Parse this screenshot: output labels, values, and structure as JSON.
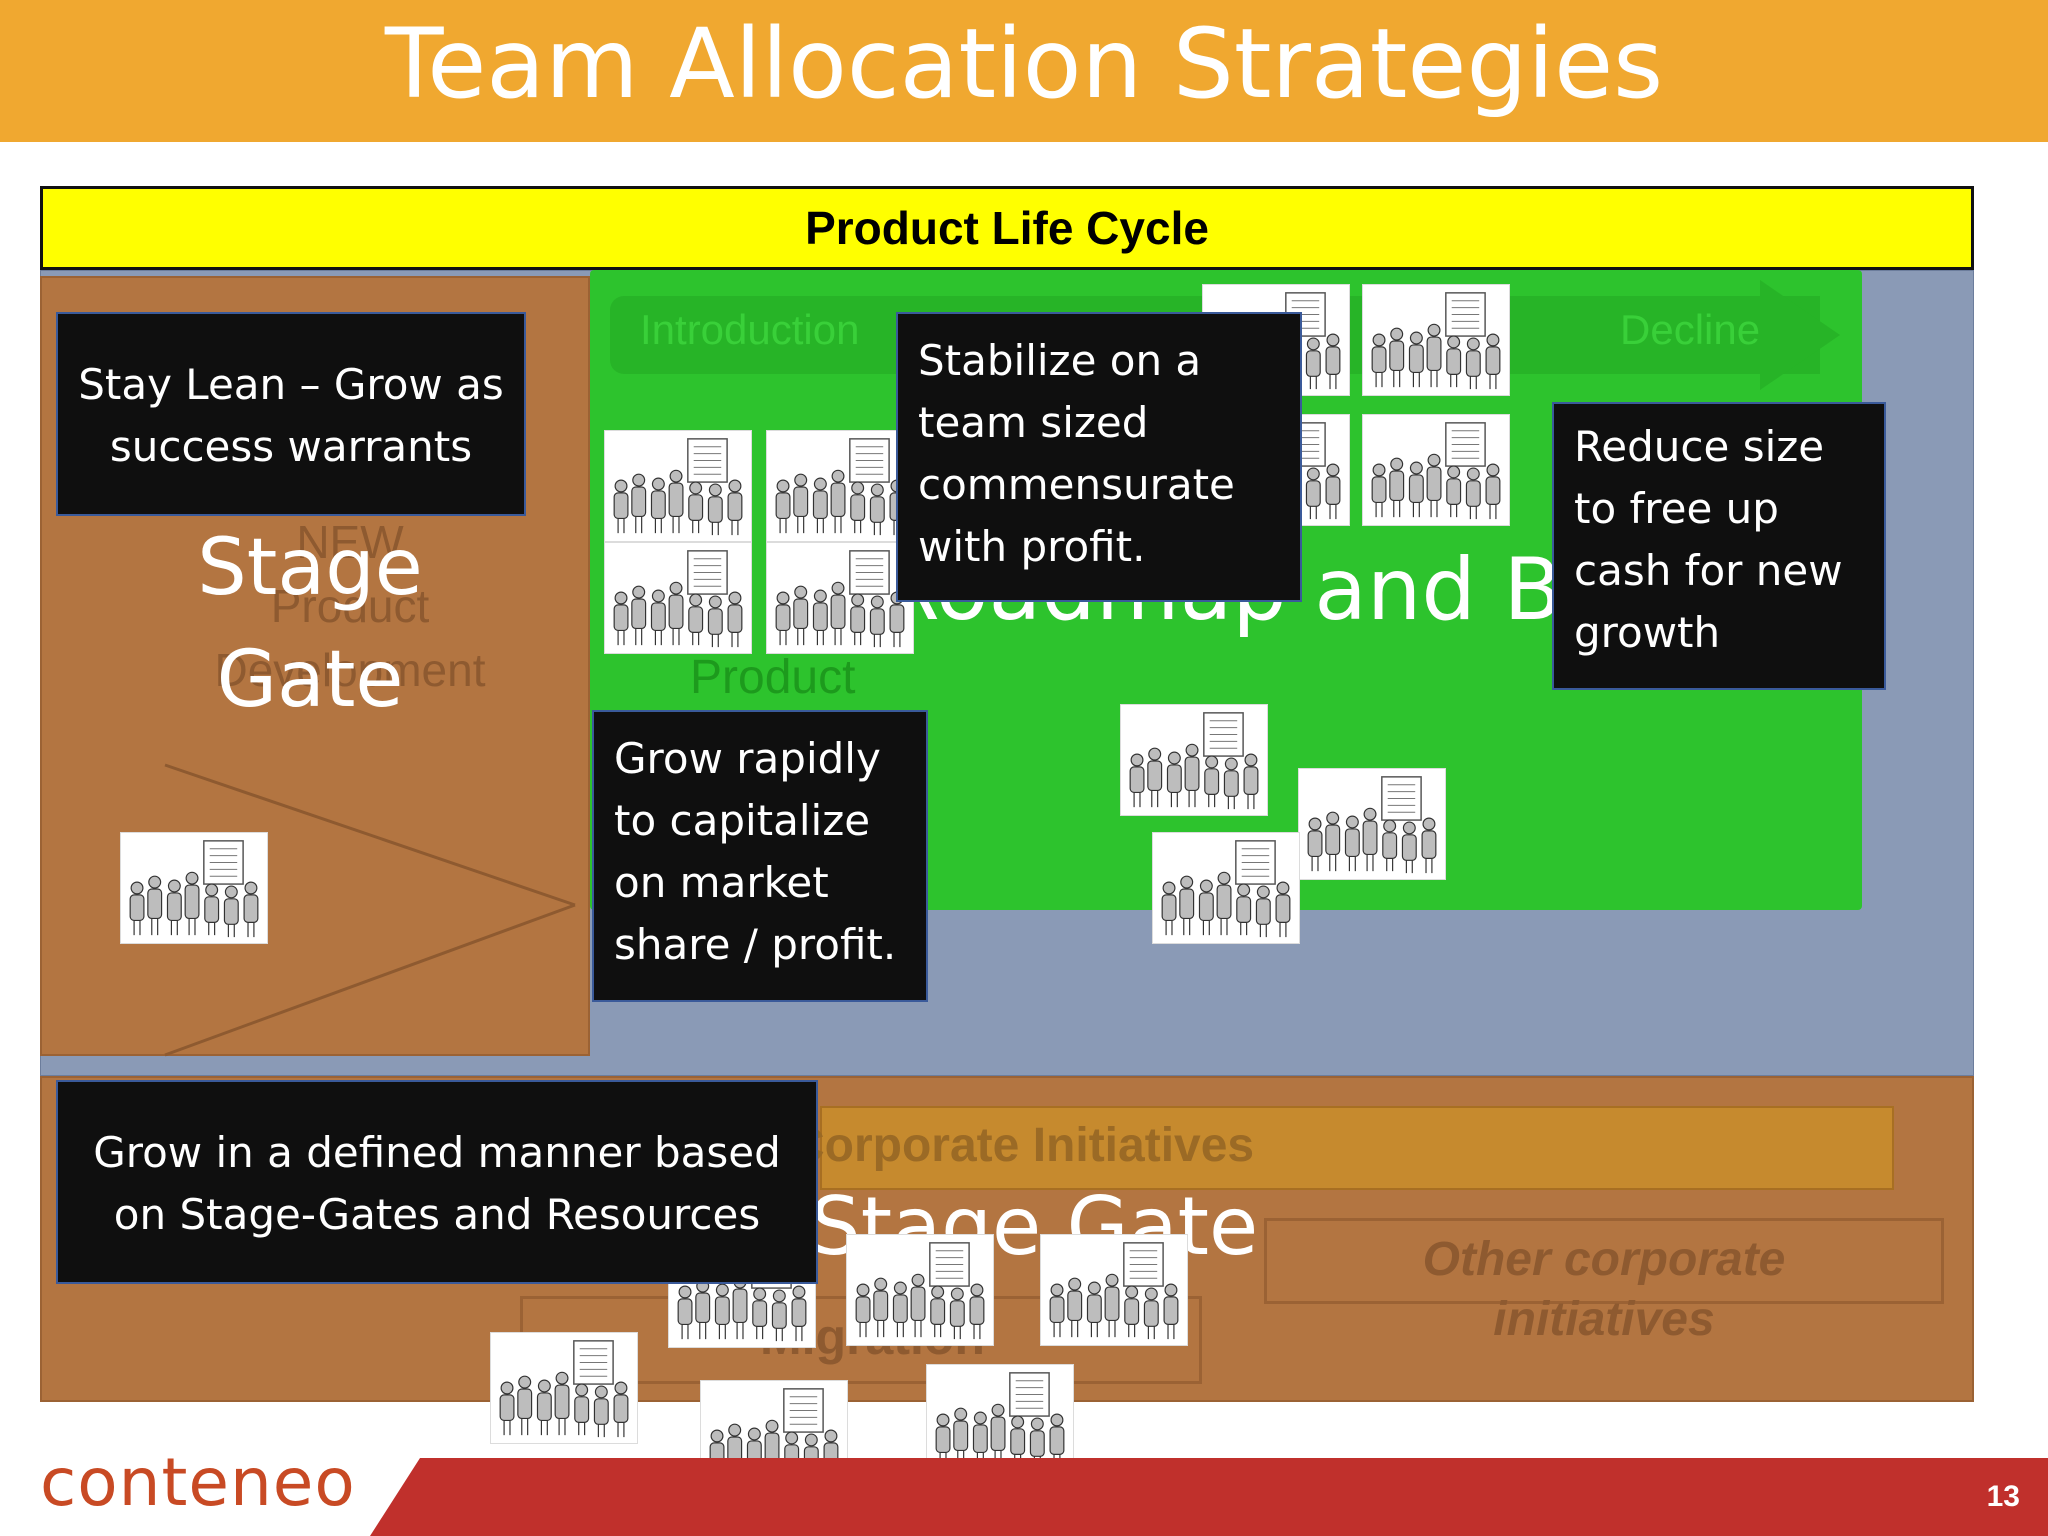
{
  "slide": {
    "title": "Team Allocation Strategies",
    "page_number": "13",
    "logo_text": "conteneo"
  },
  "product_life_cycle": {
    "banner_label": "Product Life Cycle",
    "phase_start": "Introduction",
    "phase_end": "Decline",
    "backlog_text": "Roadmap and Backlog",
    "product_label": "Product"
  },
  "stage_gate_left": {
    "label": "Stage Gate",
    "background_label_lines": [
      "NEW",
      "Product",
      "Development"
    ]
  },
  "corporate": {
    "initiatives_label": "Corporate Initiatives",
    "stage_gate_label": "Stage Gate",
    "other_label_lines": [
      "Other corporate",
      "initiatives"
    ],
    "migration_label": "Migration"
  },
  "callouts": {
    "lean": [
      "Stay Lean – Grow as",
      "success warrants"
    ],
    "stabilize": [
      "Stabilize on a",
      "team sized",
      "commensurate",
      "with profit."
    ],
    "reduce": [
      "Reduce size",
      "to free up",
      "cash for new",
      "growth"
    ],
    "grow_rapidly": [
      "Grow rapidly",
      "to capitalize",
      "on market",
      "share / profit."
    ],
    "defined": [
      "Grow in a defined manner based",
      "on Stage-Gates and Resources"
    ]
  },
  "icons": {
    "team": "team-meeting-icon",
    "logo_mark": "target-o-logo"
  },
  "colors": {
    "header_orange": "#f0a830",
    "banner_yellow": "#ffff00",
    "growth_green": "#2dc32d",
    "stage_gate_brown": "#b37541",
    "steel_blue": "#8a9ab6",
    "footer_red": "#c0302c",
    "callout_black": "#0f0f0f"
  }
}
